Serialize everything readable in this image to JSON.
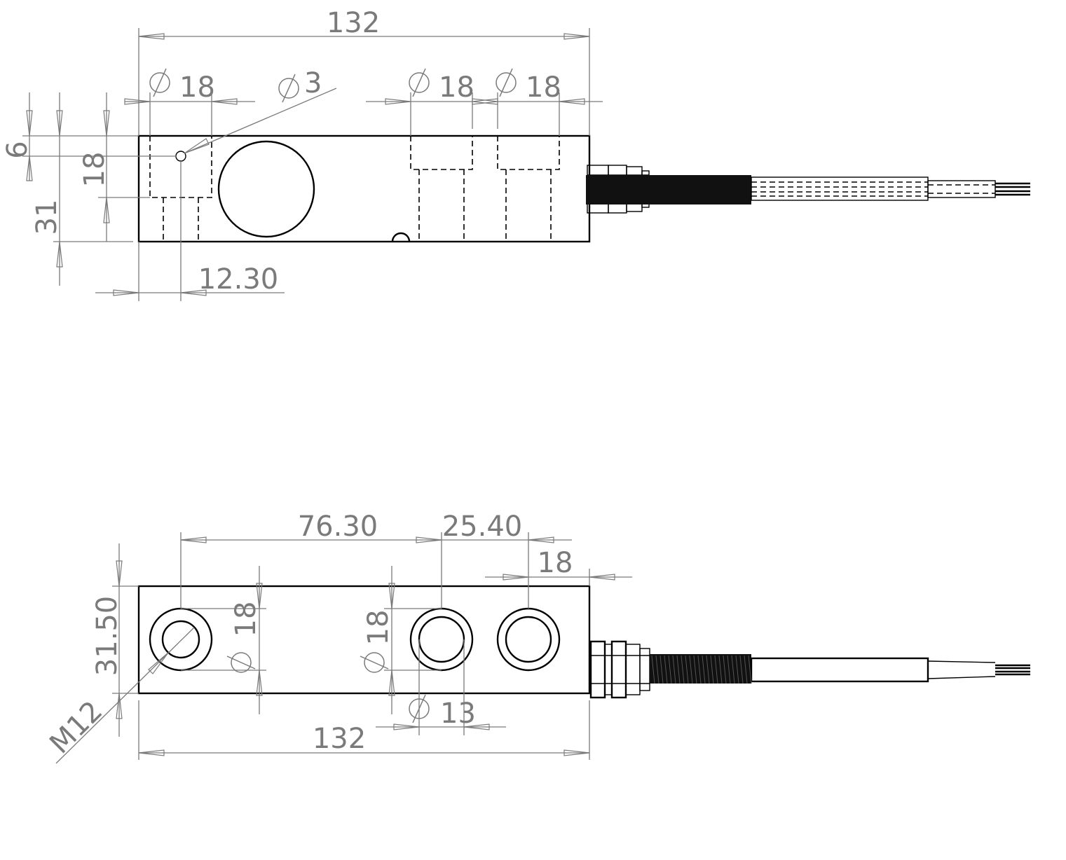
{
  "top_view": {
    "dim_overall_length": "132",
    "dim_hole_left": "18",
    "dim_pin_hole": "3",
    "dim_hole_mid": "18",
    "dim_hole_right": "18",
    "dim_height_6": "6",
    "dim_height_18": "18",
    "dim_height_31": "31",
    "dim_offset": "12.30"
  },
  "bottom_view": {
    "dim_hole_spacing": "76.30",
    "dim_hole_pitch": "25.40",
    "dim_edge_offset": "18",
    "dim_height": "31.50",
    "dim_counterbore_left": "18",
    "dim_counterbore_mid": "18",
    "dim_bore": "13",
    "dim_thread": "M12",
    "dim_overall_length": "132"
  },
  "symbols": {
    "diameter_icon": "diameter-symbol"
  }
}
